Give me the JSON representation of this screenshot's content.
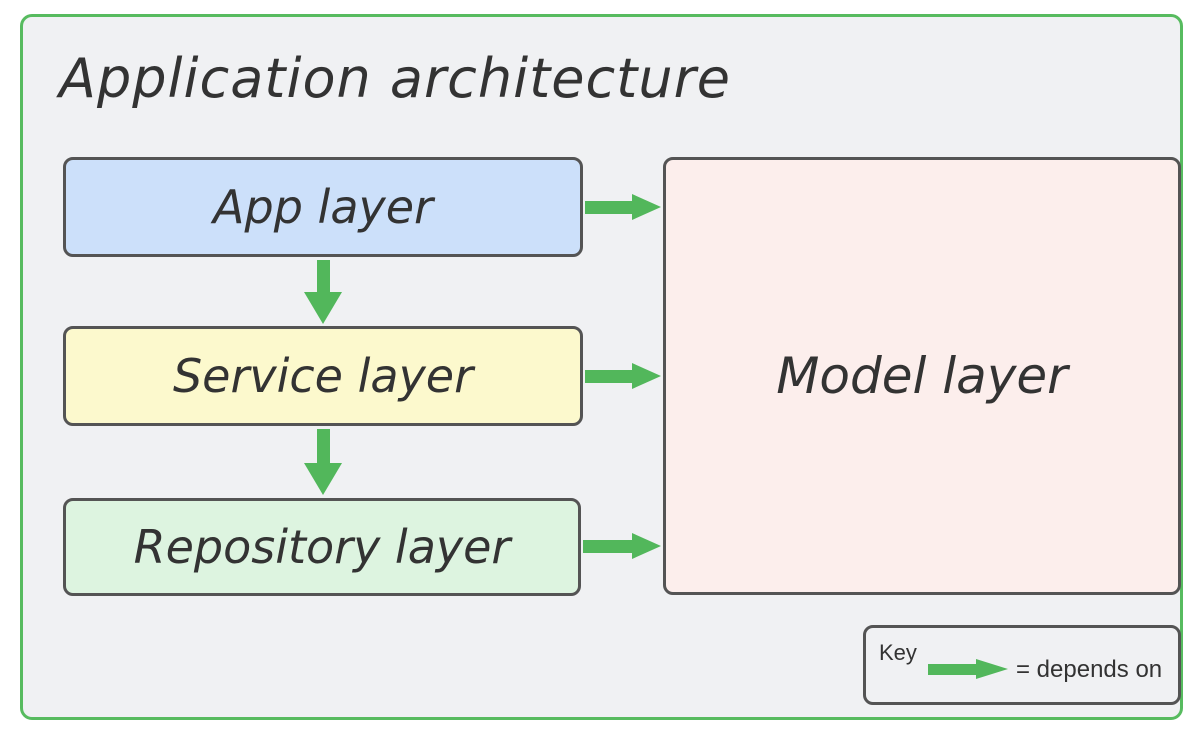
{
  "diagram": {
    "title": "Application architecture",
    "nodes": [
      {
        "id": "app",
        "label": "App layer",
        "fill": "#cce0fa"
      },
      {
        "id": "service",
        "label": "Service layer",
        "fill": "#fcf9cd"
      },
      {
        "id": "repository",
        "label": "Repository layer",
        "fill": "#ddf4e0"
      },
      {
        "id": "model",
        "label": "Model layer",
        "fill": "#fceeec"
      }
    ],
    "edges": [
      {
        "from": "app",
        "to": "model",
        "meaning": "depends on"
      },
      {
        "from": "service",
        "to": "model",
        "meaning": "depends on"
      },
      {
        "from": "repository",
        "to": "model",
        "meaning": "depends on"
      },
      {
        "from": "app",
        "to": "service",
        "meaning": "depends on"
      },
      {
        "from": "service",
        "to": "repository",
        "meaning": "depends on"
      }
    ],
    "key": {
      "title": "Key",
      "meaning": "= depends on"
    },
    "colors": {
      "frame_green": "#57bb5f",
      "arrow_green": "#52b75b",
      "node_border": "#545454",
      "diagram_bg": "#f0f1f3",
      "page_bg": "#ffffff",
      "text": "#333333"
    }
  }
}
